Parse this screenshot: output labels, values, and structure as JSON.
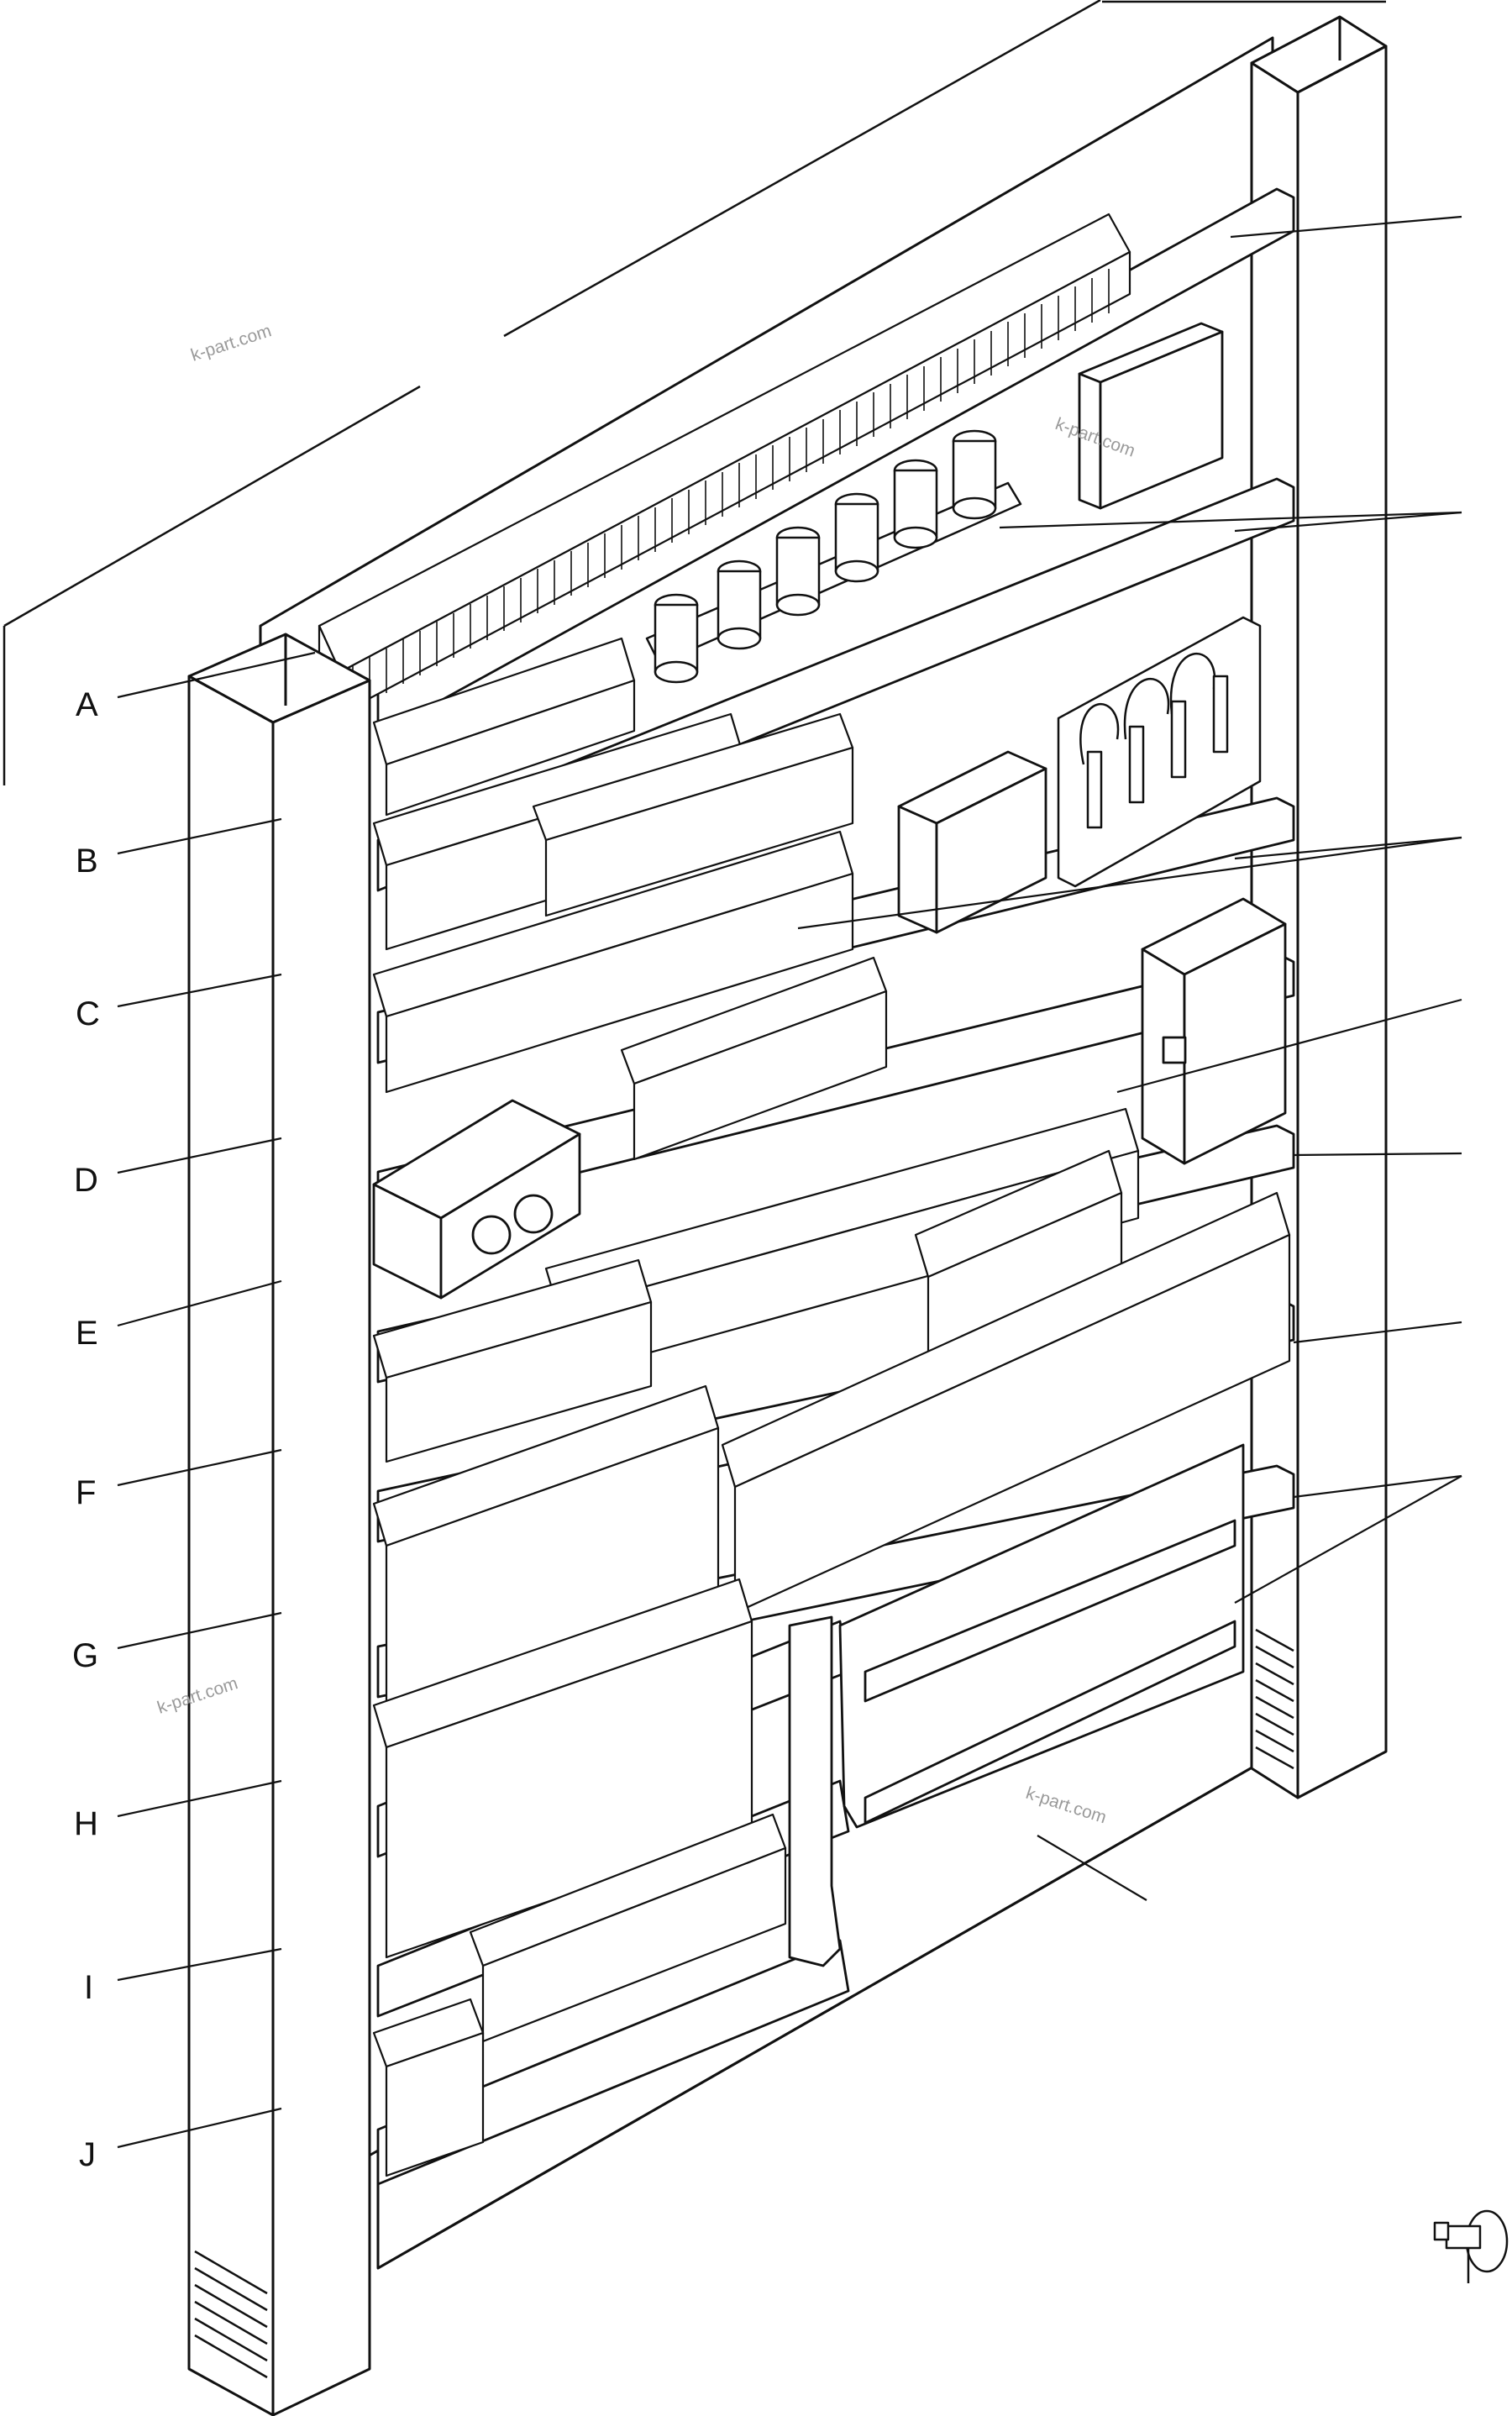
{
  "callouts_left": [
    {
      "id": "A",
      "label": "A"
    },
    {
      "id": "B",
      "label": "B"
    },
    {
      "id": "C",
      "label": "C"
    },
    {
      "id": "D",
      "label": "D"
    },
    {
      "id": "E",
      "label": "E"
    },
    {
      "id": "F",
      "label": "F"
    },
    {
      "id": "G",
      "label": "G"
    },
    {
      "id": "H",
      "label": "H"
    },
    {
      "id": "I",
      "label": "I"
    },
    {
      "id": "J",
      "label": "J"
    }
  ],
  "watermark": "k-part.com",
  "colors": {
    "ink": "#111111",
    "background": "#ffffff",
    "watermark": "#9a9a9a"
  }
}
